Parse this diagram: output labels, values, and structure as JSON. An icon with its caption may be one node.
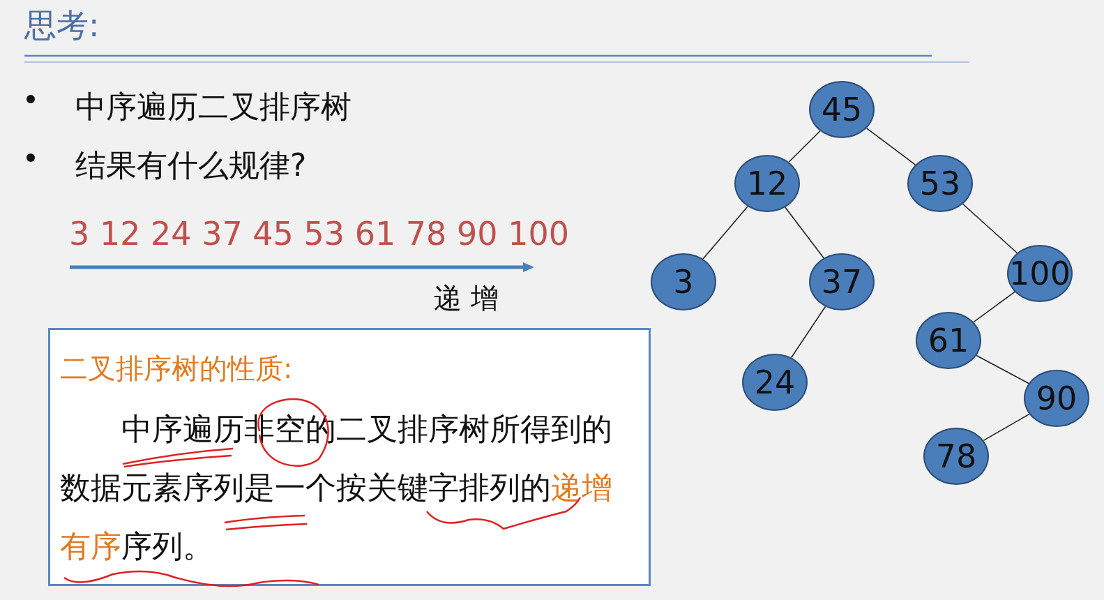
{
  "diagram": {
    "title": "思考:",
    "nodes": [
      {
        "text": [
          "45"
        ]
      },
      {
        "text": [
          "12"
        ]
      },
      {
        "text": [
          "53"
        ]
      },
      {
        "text": [
          "3"
        ]
      },
      {
        "text": [
          "37"
        ]
      },
      {
        "text": [
          "100"
        ]
      },
      {
        "text": [
          "61"
        ]
      },
      {
        "text": [
          "24"
        ]
      },
      {
        "text": [
          "90"
        ]
      },
      {
        "text": [
          "78"
        ]
      },
      {
        "text": [
          "二叉排序树的性质:",
          "中序遍历非空的二叉排序树所得到的数据元素序列是一个按关键字排列的**递增有序**序列。"
        ]
      }
    ],
    "edges": [
      {
        "from": 0,
        "to": 1,
        "arrow": "none"
      },
      {
        "from": 0,
        "to": 2,
        "arrow": "none"
      },
      {
        "from": 1,
        "to": 3,
        "arrow": "none"
      },
      {
        "from": 1,
        "to": 4,
        "arrow": "none"
      },
      {
        "from": 2,
        "to": 5,
        "arrow": "none"
      },
      {
        "from": 4,
        "to": 7,
        "arrow": "none"
      },
      {
        "from": 5,
        "to": 6,
        "arrow": "none"
      },
      {
        "from": 6,
        "to": 8,
        "arrow": "none"
      },
      {
        "from": 8,
        "to": 9,
        "arrow": "none"
      }
    ],
    "labels": [
      "中序遍历二叉排序树",
      "结果有什么规律?",
      "3 12 24 37 45 53 61 78 90 100",
      "递 增"
    ]
  }
}
